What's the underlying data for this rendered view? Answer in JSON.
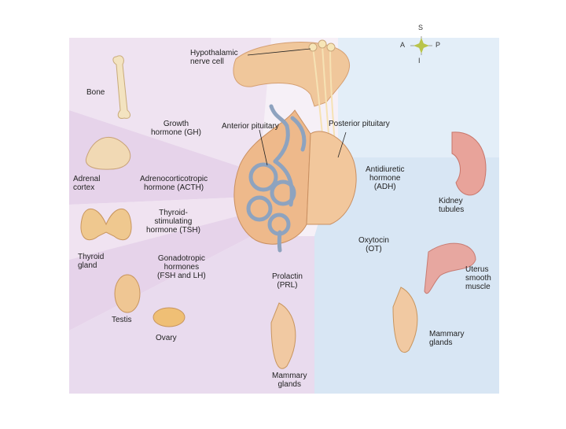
{
  "compass": {
    "superior": "S",
    "inferior": "I",
    "anterior": "A",
    "posterior": "P"
  },
  "labels": {
    "hypothalamic": "Hypothalamic\nnerve cell",
    "anterior_pituitary": "Anterior pituitary",
    "posterior_pituitary": "Posterior pituitary",
    "bone": "Bone",
    "gh": "Growth\nhormone (GH)",
    "adrenal_cortex": "Adrenal\ncortex",
    "acth": "Adrenocorticotropic\nhormone (ACTH)",
    "tsh": "Thyroid-\nstimulating\nhormone (TSH)",
    "thyroid": "Thyroid\ngland",
    "gonadotropic": "Gonadotropic\nhormones\n(FSH and LH)",
    "testis": "Testis",
    "ovary": "Ovary",
    "prolactin": "Prolactin\n(PRL)",
    "mammary_left": "Mammary\nglands",
    "adh": "Antidiuretic\nhormone\n(ADH)",
    "kidney": "Kidney\ntubules",
    "oxytocin": "Oxytocin\n(OT)",
    "uterus": "Uterus\nsmooth\nmuscle",
    "mammary_right": "Mammary\nglands"
  },
  "colors": {
    "anterior_wedge": "#ead9ee",
    "posterior_wedge": "#dde9f5",
    "gland": "#efbf8f",
    "vessels": "#8ea3bf",
    "nerve": "#f3dfae"
  }
}
